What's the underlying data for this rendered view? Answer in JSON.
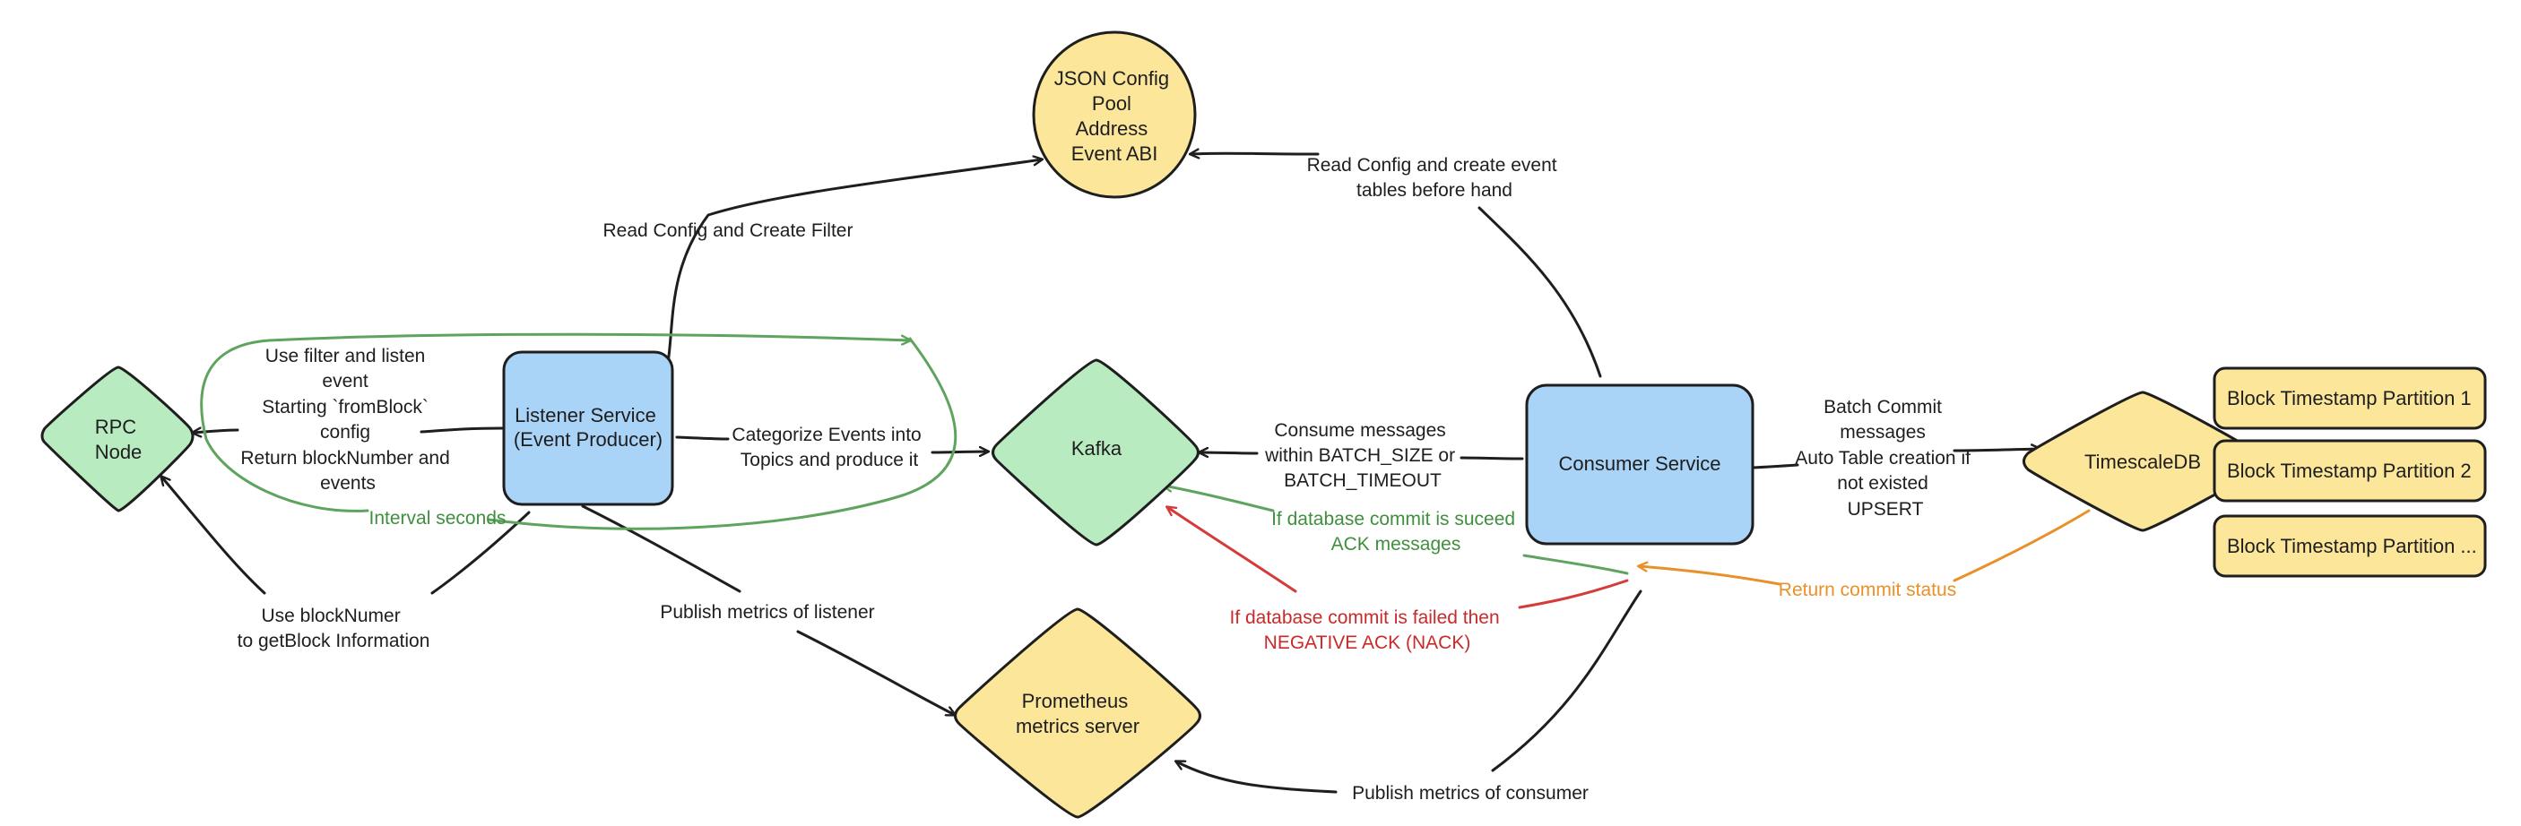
{
  "colors": {
    "node_green": "#b8ecc0",
    "node_blue": "#a9d3f7",
    "node_yellow": "#fbe69a",
    "edge_dark": "#1e1e1e",
    "edge_green": "#5ea45e",
    "edge_red": "#d63b3b",
    "edge_orange": "#e8912a"
  },
  "nodes": {
    "rpc": [
      "RPC",
      "Node"
    ],
    "listener": [
      "Listener Service",
      "(Event Producer)"
    ],
    "json_config": [
      "JSON Config",
      "Pool",
      "Address",
      "Event ABI"
    ],
    "kafka": [
      "Kafka"
    ],
    "consumer": [
      "Consumer Service"
    ],
    "prometheus": [
      "Prometheus",
      "metrics server"
    ],
    "timescale": [
      "TimescaleDB"
    ],
    "partitions": [
      "Block Timestamp Partition 1",
      "Block Timestamp Partition 2",
      "Block Timestamp Partition ..."
    ]
  },
  "edges": {
    "read_config_filter": [
      "Read Config and Create Filter"
    ],
    "read_config_tables": [
      "Read Config and create event",
      "tables before hand"
    ],
    "listen_event": [
      "Use filter and listen",
      "event",
      "Starting `fromBlock`",
      "config",
      "Return blockNumber and",
      "events"
    ],
    "interval": [
      "Interval seconds"
    ],
    "use_block_number": [
      "Use blockNumer",
      "to getBlock Information"
    ],
    "categorize": [
      "Categorize Events into",
      "Topics and produce it"
    ],
    "publish_listener": [
      "Publish metrics of listener"
    ],
    "consume": [
      "Consume messages",
      "within BATCH_SIZE or",
      "BATCH_TIMEOUT"
    ],
    "ack": [
      "If database commit is suceed",
      "ACK messages"
    ],
    "nack": [
      "If database commit is failed then",
      "NEGATIVE ACK (NACK)"
    ],
    "batch_commit": [
      "Batch Commit",
      "messages",
      "Auto Table creation if",
      "not existed",
      "UPSERT"
    ],
    "return_status": [
      "Return commit status"
    ],
    "publish_consumer": [
      "Publish metrics of consumer"
    ]
  }
}
